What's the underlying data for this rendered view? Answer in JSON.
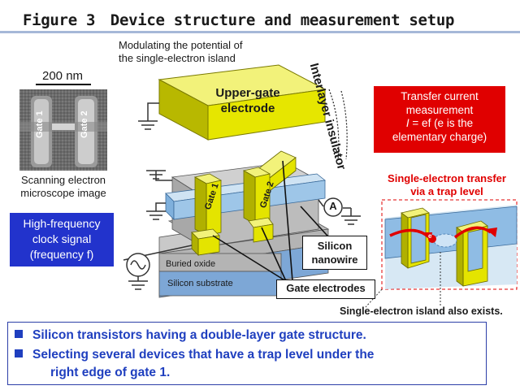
{
  "figure": {
    "title": "Figure 3　Device structure and measurement setup"
  },
  "sem": {
    "scale_label": "200 nm",
    "gate1": "Gate 1",
    "gate2": "Gate 2",
    "caption_line1": "Scanning electron",
    "caption_line2": "microscope image"
  },
  "upper_gate": {
    "note_line1": "Modulating the potential of",
    "note_line2": "the single-electron island",
    "label_line1": "Upper-gate",
    "label_line2": "electrode"
  },
  "insulator": {
    "label": "Interlayer insulator"
  },
  "transfer_box": {
    "line1": "Transfer current",
    "line2": "measurement",
    "line3_prefix": "I",
    "line3_mid": " = ef (e is the",
    "line4": "elementary charge)"
  },
  "clock_box": {
    "line1": "High-frequency",
    "line2": "clock signal",
    "line3": "(frequency f)"
  },
  "device": {
    "gate1": "Gate 1",
    "gate2": "Gate 2",
    "buried_oxide": "Buried oxide",
    "silicon_substrate": "Silicon substrate",
    "ammeter": "A"
  },
  "callouts": {
    "silicon_nanowire_line1": "Silicon",
    "silicon_nanowire_line2": "nanowire",
    "gate_electrodes": "Gate electrodes"
  },
  "inset": {
    "title_line1": "Single-electron transfer",
    "title_line2": "via a trap level",
    "electron": "e",
    "footnote": "Single-electron island also exists."
  },
  "summary": {
    "bullets": [
      "Silicon transistors having a double-layer gate structure.",
      "Selecting several devices that have a trap level under the",
      "right edge of gate 1."
    ]
  },
  "colors": {
    "gate_yellow": "#e4e400",
    "nanowire_blue": "#9ec6e8",
    "substrate_blue": "#7da7d6",
    "oxide_gray": "#b4b4b4",
    "red_accent": "#e00000",
    "clock_blue": "#2233cc",
    "summary_blue": "#1f3fbf"
  }
}
